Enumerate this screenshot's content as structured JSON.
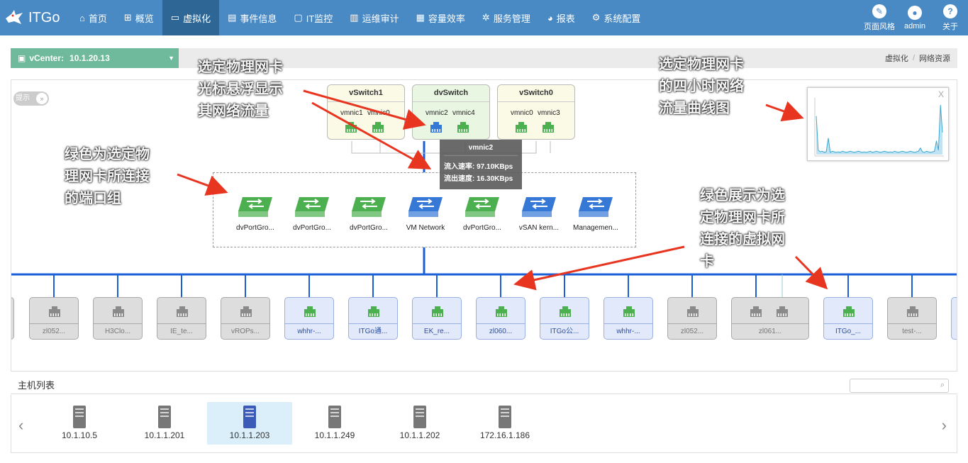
{
  "brand": {
    "name": "ITGo"
  },
  "nav": {
    "items": [
      {
        "label": "首页",
        "icon": "home-icon",
        "glyph": "⌂"
      },
      {
        "label": "概览",
        "icon": "overview-icon",
        "glyph": "⊞"
      },
      {
        "label": "虚拟化",
        "icon": "virtualization-icon",
        "glyph": "▭",
        "active": true
      },
      {
        "label": "事件信息",
        "icon": "event-icon",
        "glyph": "▤"
      },
      {
        "label": "IT监控",
        "icon": "monitor-icon",
        "glyph": "▢"
      },
      {
        "label": "运维审计",
        "icon": "audit-icon",
        "glyph": "▥"
      },
      {
        "label": "容量效率",
        "icon": "capacity-icon",
        "glyph": "▦"
      },
      {
        "label": "服务管理",
        "icon": "service-icon",
        "glyph": "✲"
      },
      {
        "label": "报表",
        "icon": "report-icon",
        "glyph": "◕"
      },
      {
        "label": "系统配置",
        "icon": "config-icon",
        "glyph": "⚙"
      }
    ],
    "right": [
      {
        "label": "页面风格",
        "icon": "style-icon",
        "glyph": "✎"
      },
      {
        "label": "admin",
        "icon": "user-icon",
        "glyph": "●"
      },
      {
        "label": "关于",
        "icon": "help-icon",
        "glyph": "?"
      }
    ]
  },
  "vcenter": {
    "label": "vCenter:",
    "value": "10.1.20.13"
  },
  "breadcrumb": [
    "虚拟化",
    "网络资源"
  ],
  "hint_label": "提示",
  "switches": [
    {
      "name": "vSwitch1",
      "ports": [
        "vmnic1",
        "vmnic0"
      ]
    },
    {
      "name": "dvSwitch",
      "ports": [
        "vmnic2",
        "vmnic4"
      ]
    },
    {
      "name": "vSwitch0",
      "ports": [
        "vmnic0",
        "vmnic3"
      ]
    }
  ],
  "portgroups": [
    {
      "label": "dvPortGro...",
      "color": "green"
    },
    {
      "label": "dvPortGro...",
      "color": "green"
    },
    {
      "label": "dvPortGro...",
      "color": "green"
    },
    {
      "label": "VM Network",
      "color": "blue"
    },
    {
      "label": "dvPortGro...",
      "color": "green"
    },
    {
      "label": "vSAN kern...",
      "color": "blue"
    },
    {
      "label": "Managemen...",
      "color": "blue"
    }
  ],
  "tooltip": {
    "title": "vmnic2",
    "in": "流入速率: 97.10KBps",
    "out": "流出速度: 16.30KBps"
  },
  "vms": [
    {
      "label": "zl052...",
      "selected": false
    },
    {
      "label": "H3Clo...",
      "selected": false
    },
    {
      "label": "IE_te...",
      "selected": false
    },
    {
      "label": "vROPs...",
      "selected": false
    },
    {
      "label": "whhr-...",
      "selected": true
    },
    {
      "label": "ITGo通...",
      "selected": true
    },
    {
      "label": "EK_re...",
      "selected": true
    },
    {
      "label": "zl060...",
      "selected": true
    },
    {
      "label": "ITGo公...",
      "selected": true
    },
    {
      "label": "whhr-...",
      "selected": true
    },
    {
      "label": "zl052...",
      "selected": false
    },
    {
      "label": "zl061...",
      "selected": false
    },
    {
      "label": "ITGo_...",
      "selected": true
    },
    {
      "label": "test-...",
      "selected": false
    }
  ],
  "annotations": {
    "a1": "选定物理网卡\n光标悬浮显示\n其网络流量",
    "a2": "绿色为选定物\n理网卡所连接\n的端口组",
    "a3": "选定物理网卡\n的四小时网络\n流量曲线图",
    "a4": "绿色展示为选\n定物理网卡所\n连接的虚拟网\n卡"
  },
  "hostlist": {
    "title": "主机列表",
    "search_placeholder": ""
  },
  "hosts": [
    {
      "ip": "10.1.10.5",
      "selected": false
    },
    {
      "ip": "10.1.1.201",
      "selected": false
    },
    {
      "ip": "10.1.1.203",
      "selected": true
    },
    {
      "ip": "10.1.1.249",
      "selected": false
    },
    {
      "ip": "10.1.1.202",
      "selected": false
    },
    {
      "ip": "172.16.1.186",
      "selected": false
    }
  ],
  "minichart": {
    "values": [
      70,
      8,
      5,
      6,
      4,
      5,
      30,
      4,
      6,
      5,
      4,
      5,
      4,
      6,
      5,
      4,
      5,
      6,
      5,
      4,
      5,
      6,
      5,
      4,
      5,
      4,
      5,
      6,
      4,
      5,
      6,
      5,
      4,
      5,
      6,
      5,
      4,
      5,
      4,
      6,
      5,
      4,
      5,
      6,
      5,
      4,
      5,
      6,
      5,
      4,
      5,
      6,
      12,
      5,
      4,
      6,
      5,
      4,
      5,
      6,
      25,
      8,
      90,
      40
    ]
  },
  "colors": {
    "nav": "#4a8ac4",
    "nav_active": "#2e6796",
    "link": "#1a5fd8",
    "green_port": "#4caf50",
    "blue_port": "#3578d6",
    "note": "#e8351f"
  }
}
